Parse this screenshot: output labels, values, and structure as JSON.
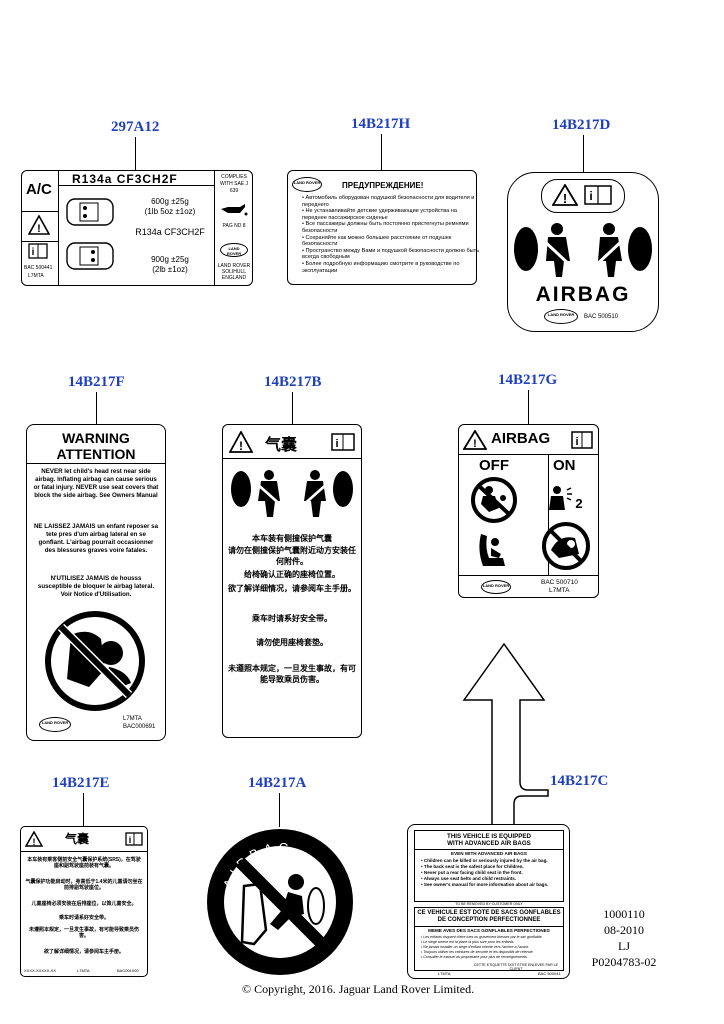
{
  "parts": {
    "p297A12": "297A12",
    "p14B217H": "14B217H",
    "p14B217D": "14B217D",
    "p14B217F": "14B217F",
    "p14B217B": "14B217B",
    "p14B217G": "14B217G",
    "p14B217E": "14B217E",
    "p14B217A": "14B217A",
    "p14B217C": "14B217C"
  },
  "ac_label": {
    "ac": "A/C",
    "refrigerant": "R134a CF3CH2F",
    "complies": "COMPLIES WITH SAE J 639",
    "qty1": "600g ±25g",
    "qty1_imp": "(1lb 5oz ±1oz)",
    "refrigerant2": "R134a CF3CH2F",
    "pag": "PAG ND 8",
    "qty2": "900g ±25g",
    "qty2_imp": "(2lb ±1oz)",
    "bac": "BAC 500441",
    "l7": "L7MTA",
    "maker": "LAND ROVER SOLIHULL ENGLAND",
    "logo": "LAND ROVER"
  },
  "ru_label": {
    "logo": "LAND ROVER",
    "title": "ПРЕДУПРЕЖДЕНИЕ!",
    "bullets": [
      "Автомобиль оборудован подушкой безопасности для водителя и переднего",
      "Не устанавливайте детские удерживающие устройства на переднее пассажирское сиденье",
      "Все пассажиры должны быть постоянно пристегнуты ремнями безопасности",
      "Сохраняйте как можно большее расстояние от подушек безопасности",
      "Пространство между Вами и подушкой безопасности должно быть всегда свободным",
      "Более подробную информацию смотрите в руководстве по эксплуатации"
    ]
  },
  "airbag_d": {
    "word": "AIRBAG",
    "logo": "LAND ROVER",
    "bac": "BAC 500510"
  },
  "warning_f": {
    "title1": "WARNING",
    "title2": "ATTENTION",
    "en": "NEVER let child's head rest near side airbag. Inflating airbag can cause serious or fatal injury. NEVER use seat covers that block the side airbag. See Owners Manual",
    "fr1": "NE LAISSEZ JAMAIS un enfant reposer sa tete pres d'um airbag lateral en se gonflant. L'airbag pourrait occasionner des blessures graves voire fatales.",
    "fr2": "N'UTILISEZ JAMAIS de housss susceptible de bloquer le airbag lateral. Voir Notice d'Utilisation.",
    "logo": "LAND ROVER",
    "l7": "L7MTA",
    "bac": "BAC000691"
  },
  "cn_b": {
    "title": "气囊",
    "lines": [
      "本车装有侧撞保护气囊",
      "请勿在侧撞保护气囊附近动方安装任何附件。",
      "给椅确认正确的座椅位置。",
      "欲了解详细情况，请参阅车主手册。",
      "乘车时请系好安全带。",
      "请勿使用座椅套垫。",
      "未遵照本规定，一旦发生事故，有可能导致乘员伤害。"
    ]
  },
  "airbag_g": {
    "word": "AIRBAG",
    "off": "OFF",
    "on": "ON",
    "logo": "LAND ROVER",
    "bac": "BAC 500710",
    "l7": "L7MTA"
  },
  "cn_e": {
    "title": "气囊",
    "lines": [
      "本车装有乘客侧前安全气囊保护系统(SRS)，在驾驶座和副驾驶座前装有气囊。",
      "气囊保护功能启动时，身高低于1.4米的儿童请勿坐在前排副驾驶座位。",
      "儿童座椅必须安装在后排座位，以策儿童安全。",
      "乘车时请系好安全带。",
      "未遵照本规定，一旦发生事故，有可能导致乘员伤害。",
      "欲了解详细情况，请参阅车主手册。"
    ],
    "code": "XXXX-XXXXX-XX",
    "l7": "L7MTA",
    "bac": "BAC001000"
  },
  "airbag_a": {
    "word": "AIRBAG"
  },
  "notice_c": {
    "head1": "THIS VEHICLE IS EQUIPPED",
    "head2": "WITH ADVANCED AIR BAGS",
    "sub": "EVEN WITH ADVANCED AIR BAGS",
    "bullets": [
      "Children can be killed or seriously injured by the air bag.",
      "The back seat is the safest place for Children.",
      "Never put a rear facing child seat in the front.",
      "Always use seat belts and child restraints.",
      "See owner's manual for more information about air bags."
    ],
    "removed": "TO BE REMOVED BY CUSTOMER ONLY",
    "fr_head1": "CE VEHICULE EST DOTE DE SACS GONFLABLES",
    "fr_head2": "DE CONCEPTION PERFECTIONNEE",
    "fr_sub": "MEME AVES DES SACS GONFLABLES PERFECTIONES",
    "fr_bullets": [
      "Les enfants risquent d'etre tues ou gravement blesses par le sac gonflable.",
      "Le siege arriere est la place la plus sure pour les enfants.",
      "Ne jamais installer un siege d'enfant oriente vers l'arriere a l'avant.",
      "Toujours utiliser les ceintures de securite et les dispositifs de retenue.",
      "Consulter le manuel du proprietaire pour plus de renseignements."
    ],
    "fr_removed": "CETTE ETIQUETTE DOIT ETRE ENLEVEE PAR LE CLIENT",
    "l7": "L7MTA",
    "bac": "BAC 500041"
  },
  "meta": {
    "line1": "1000110",
    "line2": "08-2010",
    "line3": "LJ",
    "line4": "P0204783-02"
  },
  "copyright": "© Copyright, 2016. Jaguar Land Rover Limited."
}
